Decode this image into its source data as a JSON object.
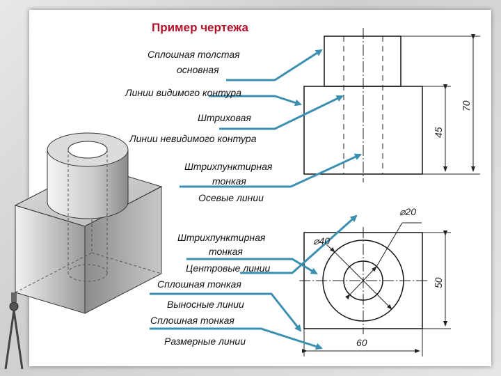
{
  "title": "Пример чертежа",
  "labels": {
    "solid_thick": "Сплошная толстая",
    "solid_thick_2": "основная",
    "visible_contour": "Линии видимого контура",
    "dashed": "Штриховая",
    "hidden_contour": "Линии невидимого контура",
    "dashdot_1": "Штрихпунктирная",
    "dashdot_1b": "тонкая",
    "axis_lines": "Осевые линии",
    "dashdot_2": "Штрихпунктирная",
    "dashdot_2b": "тонкая",
    "center_lines": "Центровые линии",
    "solid_thin_1": "Сплошная тонкая",
    "extension_lines": "Выносные линии",
    "solid_thin_2": "Сплошная тонкая",
    "dimension_lines": "Размерные линии"
  },
  "dimensions": {
    "d20": "⌀20",
    "d40": "⌀40",
    "h45": "45",
    "h70": "70",
    "h50": "50",
    "w60": "60"
  },
  "colors": {
    "title": "#b3122a",
    "arrow": "#3b8fb0"
  }
}
